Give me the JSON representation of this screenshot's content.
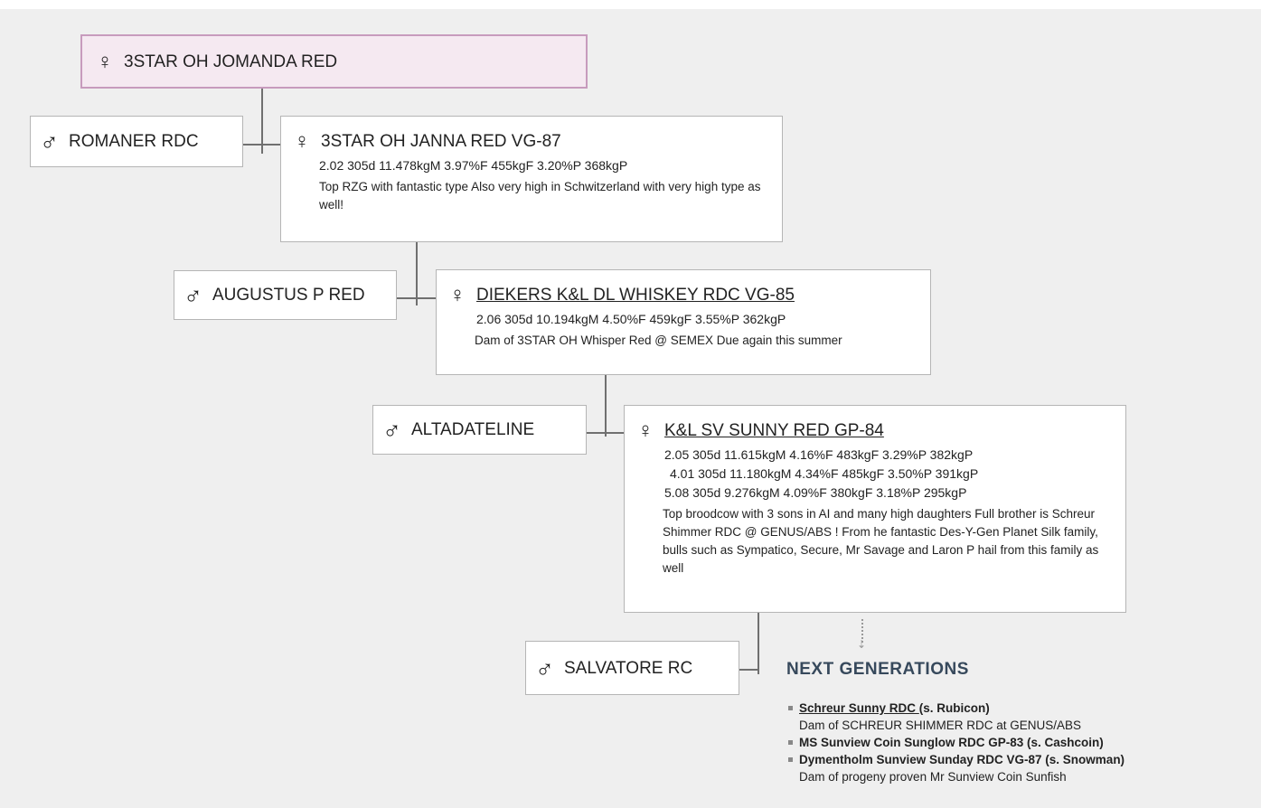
{
  "female_symbol": "♀",
  "male_symbol": "♂",
  "dam1": {
    "name": "3STAR OH JOMANDA RED"
  },
  "sire2": {
    "name": "ROMANER RDC"
  },
  "dam2": {
    "name": "3STAR OH JANNA RED VG-87",
    "stats": [
      "2.02 305d 11.478kgM 3.97%F 455kgF 3.20%P 368kgP"
    ],
    "note": "Top RZG with fantastic type Also very high in Schwitzerland with very high type as well!"
  },
  "sire3": {
    "name": "AUGUSTUS P RED"
  },
  "dam3": {
    "name": "DIEKERS K&L DL WHISKEY RDC VG-85",
    "stats": [
      "2.06 305d 10.194kgM 4.50%F 459kgF 3.55%P 362kgP"
    ],
    "note": "Dam of 3STAR OH Whisper Red @ SEMEX Due again this summer"
  },
  "sire4": {
    "name": "ALTADATELINE"
  },
  "dam4": {
    "name": "K&L SV SUNNY RED GP-84",
    "stats": [
      "2.05 305d 11.615kgM  4.16%F 483kgF 3.29%P 382kgP",
      "4.01 305d 11.180kgM 4.34%F 485kgF 3.50%P  391kgP",
      "5.08 305d 9.276kgM 4.09%F 380kgF  3.18%P 295kgP"
    ],
    "note": "Top broodcow with 3 sons in AI and many high daughters Full brother is Schreur Shimmer RDC @ GENUS/ABS ! From he fantastic Des-Y-Gen Planet Silk family, bulls such as Sympatico, Secure, Mr Savage and Laron P hail from this family as well"
  },
  "sire5": {
    "name": "SALVATORE RC"
  },
  "next_generations": {
    "heading": "NEXT GENERATIONS",
    "items": [
      {
        "link": "Schreur Sunny RDC ",
        "title": "(s. Rubicon)",
        "desc": "Dam of SCHREUR SHIMMER RDC at GENUS/ABS"
      },
      {
        "link": "",
        "title": "MS Sunview Coin Sunglow RDC GP-83 (s. Cashcoin)",
        "desc": ""
      },
      {
        "link": "",
        "title": "Dymentholm Sunview Sunday RDC VG-87 (s. Snowman)",
        "desc": "Dam of progeny proven Mr Sunview Coin Sunfish"
      }
    ]
  }
}
